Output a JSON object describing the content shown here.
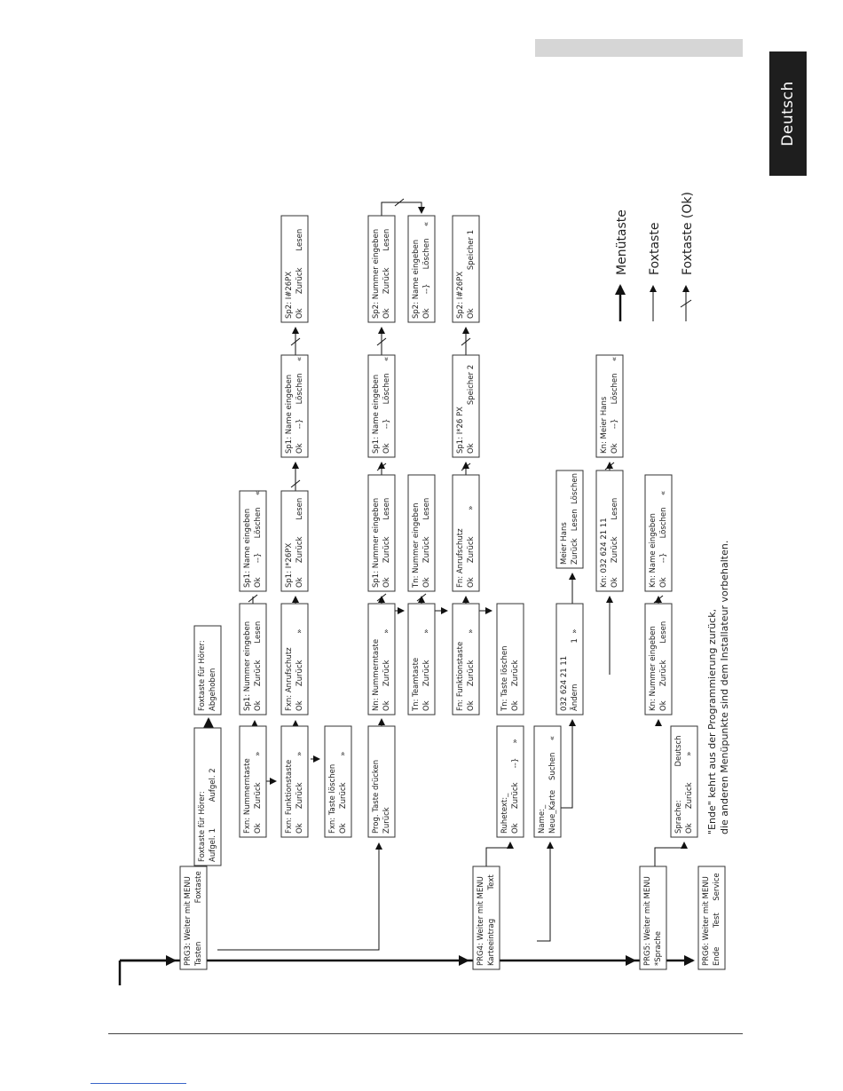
{
  "language_tab": "Deutsch",
  "boxes": [
    {
      "id": "prg3",
      "lines": [
        "PRG3: Weiter mit MENU",
        "Tasten                Foxtaste"
      ]
    },
    {
      "id": "fox_hoerer",
      "lines": [
        "Foxtaste für Hörer:",
        "Aufgel. 1           Aufgel. 2"
      ]
    },
    {
      "id": "fox_abgehoben",
      "lines": [
        "Foxtaste für Hörer:",
        "Abgehoben"
      ]
    },
    {
      "id": "fxn_num",
      "lines": [
        "Fxn: Nummerntaste",
        "Ok      Zurück           »"
      ]
    },
    {
      "id": "sp1_numein_a",
      "lines": [
        "Sp1: Nummer eingeben",
        "Ok      Zurück       Lesen"
      ]
    },
    {
      "id": "sp1_name_a",
      "lines": [
        "Sp1: Name eingeben",
        "Ok      --}      Löschen     «"
      ]
    },
    {
      "id": "fxn_funk",
      "lines": [
        "Fxn: Funktionstaste",
        "Ok      Zurück           »"
      ]
    },
    {
      "id": "fxn_anruf",
      "lines": [
        "Fxn: Anrufschutz",
        "Ok      Zurück           »"
      ]
    },
    {
      "id": "sp1_26px",
      "lines": [
        "Sp1: I*26PX",
        "Ok      Zurück       Lesen"
      ]
    },
    {
      "id": "sp1_name_b",
      "lines": [
        "Sp1: Name eingeben",
        "Ok      --}      Löschen     «"
      ]
    },
    {
      "id": "sp2_26px_a",
      "lines": [
        "Sp2: I#26PX",
        "Ok      Zurück       Lesen"
      ]
    },
    {
      "id": "fxn_tl",
      "lines": [
        "Fxn: Taste löschen",
        "Ok      Zurück           »"
      ]
    },
    {
      "id": "prog",
      "lines": [
        "Prog. Taste drücken",
        "Zurück"
      ]
    },
    {
      "id": "nn",
      "lines": [
        "Nn: Nummerntaste",
        "Ok      Zurück           »"
      ]
    },
    {
      "id": "sp1_numein_b",
      "lines": [
        "Sp1: Nummer eingeben",
        "Ok      Zurück       Lesen"
      ]
    },
    {
      "id": "sp1_name_c",
      "lines": [
        "Sp1: Name eingeben",
        "Ok      --}      Löschen     «"
      ]
    },
    {
      "id": "sp2_numein",
      "lines": [
        "Sp2: Nummer eingeben",
        "Ok      Zurück       Lesen"
      ]
    },
    {
      "id": "sp2_name",
      "lines": [
        "Sp2: Name eingeben",
        "Ok      --}      Löschen     «"
      ]
    },
    {
      "id": "tn_team",
      "lines": [
        "Tn: Teamtaste",
        "Ok      Zurück           »"
      ]
    },
    {
      "id": "tn_num",
      "lines": [
        "Tn: Nummer eingeben",
        "Ok      Zurück       Lesen"
      ]
    },
    {
      "id": "fn_funk",
      "lines": [
        "Fn: Funktionstaste",
        "Ok      Zurück           »"
      ]
    },
    {
      "id": "fn_anruf",
      "lines": [
        "Fn: Anrufschutz",
        "Ok      Zurück           »"
      ]
    },
    {
      "id": "sp1_px",
      "lines": [
        "Sp1: I*26 PX",
        "Ok                Speicher 2"
      ]
    },
    {
      "id": "sp2_px",
      "lines": [
        "Sp2: I#26PX",
        "Ok                Speicher 1"
      ]
    },
    {
      "id": "tn_tl",
      "lines": [
        "Tn: Taste löschen",
        "Ok      Zurück"
      ]
    },
    {
      "id": "prg4",
      "lines": [
        "PRG4: Weiter mit MENU",
        "Karteeintrag            Text"
      ]
    },
    {
      "id": "ruhetext",
      "lines": [
        "Ruhetext:_",
        "Ok      Zurück      --}      »"
      ]
    },
    {
      "id": "name",
      "lines": [
        "Name:_",
        "Neue_Karte    Suchen     «"
      ]
    },
    {
      "id": "nummer",
      "lines": [
        "032 624 21 11",
        "Ändern                 1  »"
      ]
    },
    {
      "id": "meier",
      "lines": [
        "Meier Hans",
        "Zurück   Lesen  Löschen"
      ]
    },
    {
      "id": "kn_032",
      "lines": [
        "Kn: 032 624 21 11",
        "Ok      Zurück       Lesen"
      ]
    },
    {
      "id": "kn_meier",
      "lines": [
        "Kn: Meier Hans",
        "Ok      --}      Löschen     «"
      ]
    },
    {
      "id": "prg5",
      "lines": [
        "PRG5: Weiter mit MENU",
        "*Sprache"
      ]
    },
    {
      "id": "sprache",
      "lines": [
        "Sprache:              Deutsch",
        "Ok      Zurück           »"
      ]
    },
    {
      "id": "kn_numein",
      "lines": [
        "Kn: Nummer eingeben",
        "Ok      Zurück       Lesen"
      ]
    },
    {
      "id": "kn_name",
      "lines": [
        "Kn: Name eingeben",
        "Ok      --}      Löschen     «"
      ]
    },
    {
      "id": "prg6",
      "lines": [
        "PRG6: Weiter mit MENU",
        "Ende        Test     Service"
      ]
    }
  ],
  "legend": {
    "menu": "Menütaste",
    "fox": "Foxtaste",
    "fox_ok": "Foxtaste (Ok)"
  },
  "footnote": {
    "line1": "\"Ende\" kehrt aus der Programmierung zurück,",
    "line2": "die anderen Menüpunkte sind dem Installateur vorbehalten."
  }
}
